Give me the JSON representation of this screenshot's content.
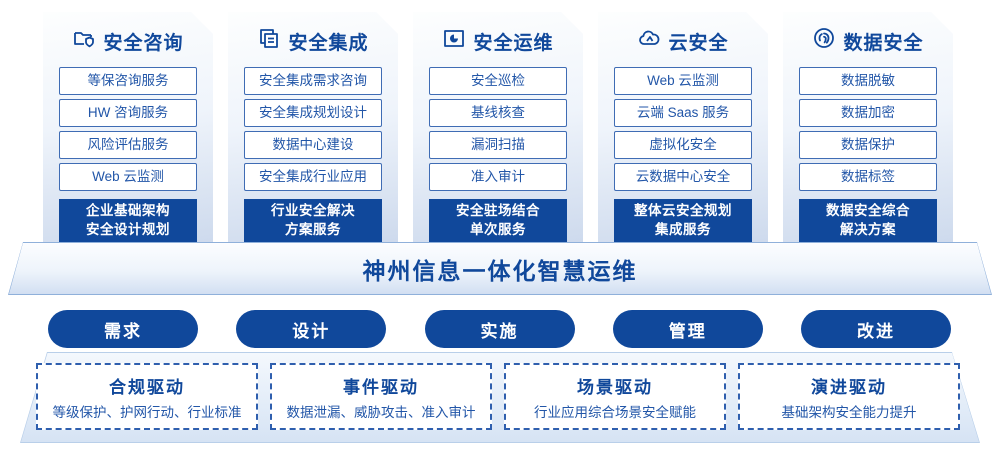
{
  "colors": {
    "accent": "#10489B",
    "item_border": "#3f6cb4",
    "item_text": "#2256a8",
    "card_bg_bottom": "#cbd8ec",
    "dashed_border": "#2f5fae"
  },
  "columns": [
    {
      "title": "安全咨询",
      "icon": "folder-shield-icon",
      "items": [
        "等保咨询服务",
        "HW 咨询服务",
        "风险评估服务",
        "Web 云监测"
      ],
      "footer": [
        "企业基础架构",
        "安全设计规划"
      ]
    },
    {
      "title": "安全集成",
      "icon": "documents-icon",
      "items": [
        "安全集成需求咨询",
        "安全集成规划设计",
        "数据中心建设",
        "安全集成行业应用"
      ],
      "footer": [
        "行业安全解决",
        "方案服务"
      ]
    },
    {
      "title": "安全运维",
      "icon": "folder-clock-icon",
      "items": [
        "安全巡检",
        "基线核查",
        "漏洞扫描",
        "准入审计"
      ],
      "footer": [
        "安全驻场结合",
        "单次服务"
      ]
    },
    {
      "title": "云安全",
      "icon": "cloud-icon",
      "items": [
        "Web 云监测",
        "云端 Saas 服务",
        "虚拟化安全",
        "云数据中心安全"
      ],
      "footer": [
        "整体云安全规划",
        "集成服务"
      ]
    },
    {
      "title": "数据安全",
      "icon": "fingerprint-icon",
      "items": [
        "数据脱敏",
        "数据加密",
        "数据保护",
        "数据标签"
      ],
      "footer": [
        "数据安全综合",
        "解决方案"
      ]
    }
  ],
  "banner": {
    "title": "神州信息一体化智慧运维"
  },
  "phases": [
    "需求",
    "设计",
    "实施",
    "管理",
    "改进"
  ],
  "drivers": [
    {
      "title": "合规驱动",
      "desc": "等级保护、护网行动、行业标准"
    },
    {
      "title": "事件驱动",
      "desc": "数据泄漏、威胁攻击、准入审计"
    },
    {
      "title": "场景驱动",
      "desc": "行业应用综合场景安全赋能"
    },
    {
      "title": "演进驱动",
      "desc": "基础架构安全能力提升"
    }
  ]
}
